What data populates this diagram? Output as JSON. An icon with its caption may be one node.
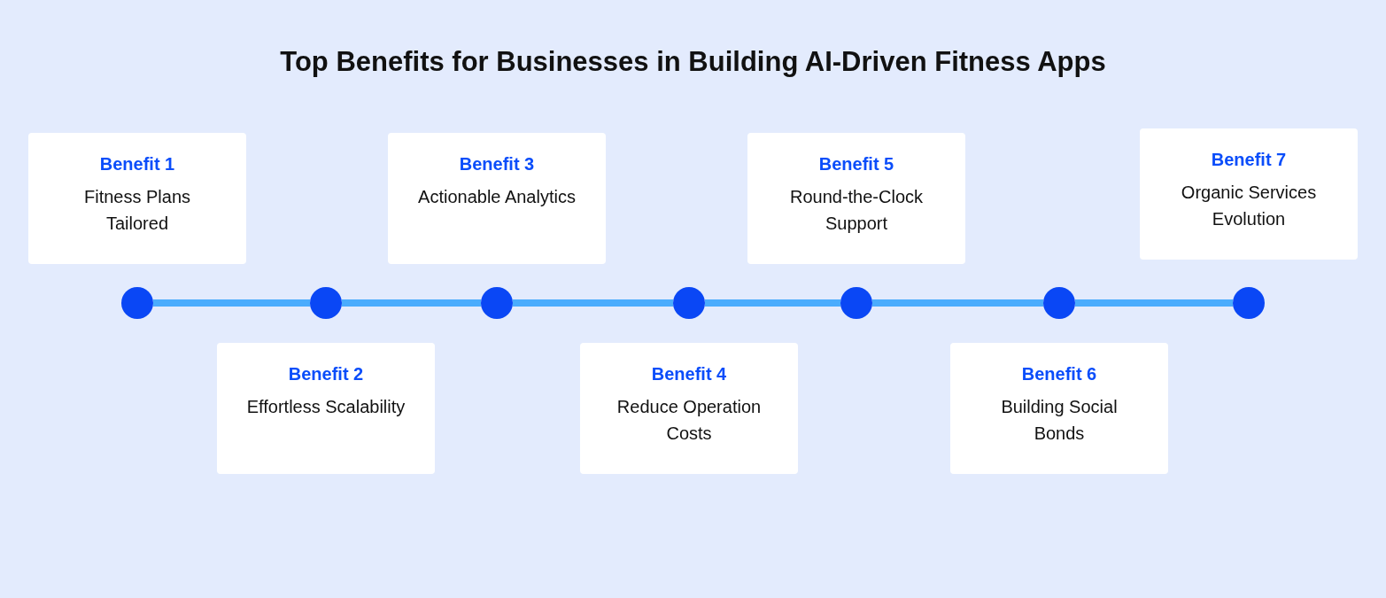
{
  "diagram": {
    "title": "Top Benefits for Businesses in Building AI-Driven Fitness Apps",
    "nodes": [
      {
        "text": [
          "Benefit 1",
          "Fitness Plans Tailored"
        ]
      },
      {
        "text": [
          "Benefit 2",
          "Effortless Scalability"
        ]
      },
      {
        "text": [
          "Benefit 3",
          "Actionable Analytics"
        ]
      },
      {
        "text": [
          "Benefit 4",
          "Reduce Operation Costs"
        ]
      },
      {
        "text": [
          "Benefit 5",
          "Round-the-Clock Support"
        ]
      },
      {
        "text": [
          "Benefit 6",
          "Building Social Bonds"
        ]
      },
      {
        "text": [
          "Benefit 7",
          "Organic Services Evolution"
        ]
      },
      {
        "text": [],
        "shape": "circle"
      },
      {
        "text": [],
        "shape": "circle"
      },
      {
        "text": [],
        "shape": "circle"
      },
      {
        "text": [],
        "shape": "circle"
      },
      {
        "text": [],
        "shape": "circle"
      },
      {
        "text": [],
        "shape": "circle"
      },
      {
        "text": [],
        "shape": "circle"
      }
    ],
    "edges": [
      {
        "from": 7,
        "to": 8,
        "arrow": "none"
      },
      {
        "from": 8,
        "to": 9,
        "arrow": "none"
      },
      {
        "from": 9,
        "to": 10,
        "arrow": "none"
      },
      {
        "from": 10,
        "to": 11,
        "arrow": "none"
      },
      {
        "from": 11,
        "to": 12,
        "arrow": "none"
      },
      {
        "from": 12,
        "to": 13,
        "arrow": "none"
      }
    ]
  }
}
